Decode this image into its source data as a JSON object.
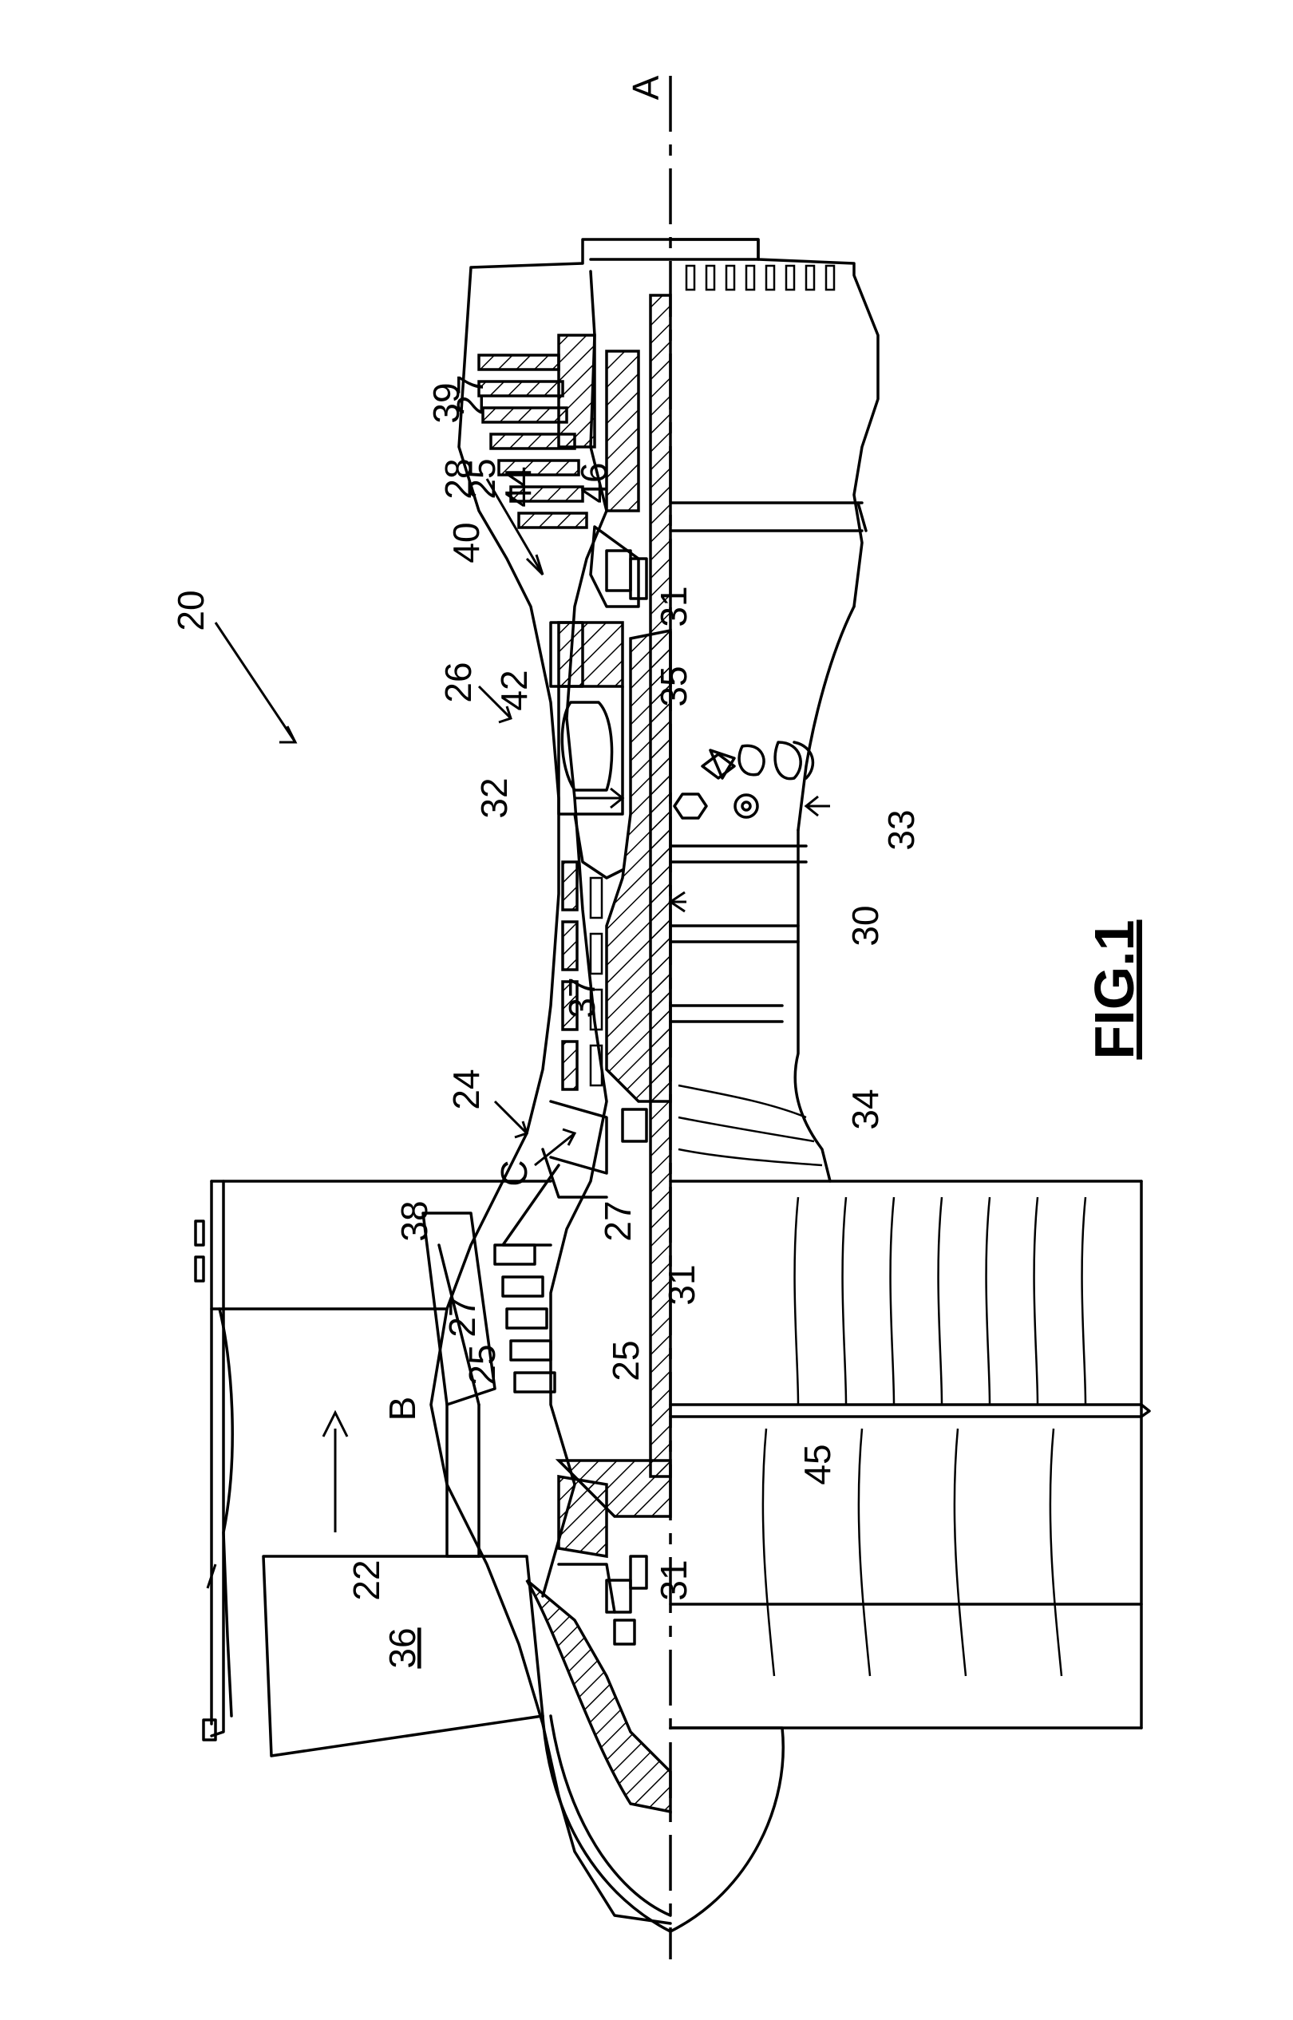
{
  "figure": {
    "title": "FIG.1"
  },
  "labels": {
    "ref_20": "20",
    "ref_22": "22",
    "ref_24": "24",
    "ref_25": "25",
    "ref_26": "26",
    "ref_27": "27",
    "ref_28": "28",
    "ref_30": "30",
    "ref_31": "31",
    "ref_32": "32",
    "ref_33": "33",
    "ref_34": "34",
    "ref_35": "35",
    "ref_36": "36",
    "ref_37": "37",
    "ref_38": "38",
    "ref_39": "39",
    "ref_40": "40",
    "ref_42": "42",
    "ref_44": "44",
    "ref_45": "45",
    "ref_46": "46",
    "axis_A": "A",
    "flow_B": "B",
    "flow_C": "C"
  }
}
